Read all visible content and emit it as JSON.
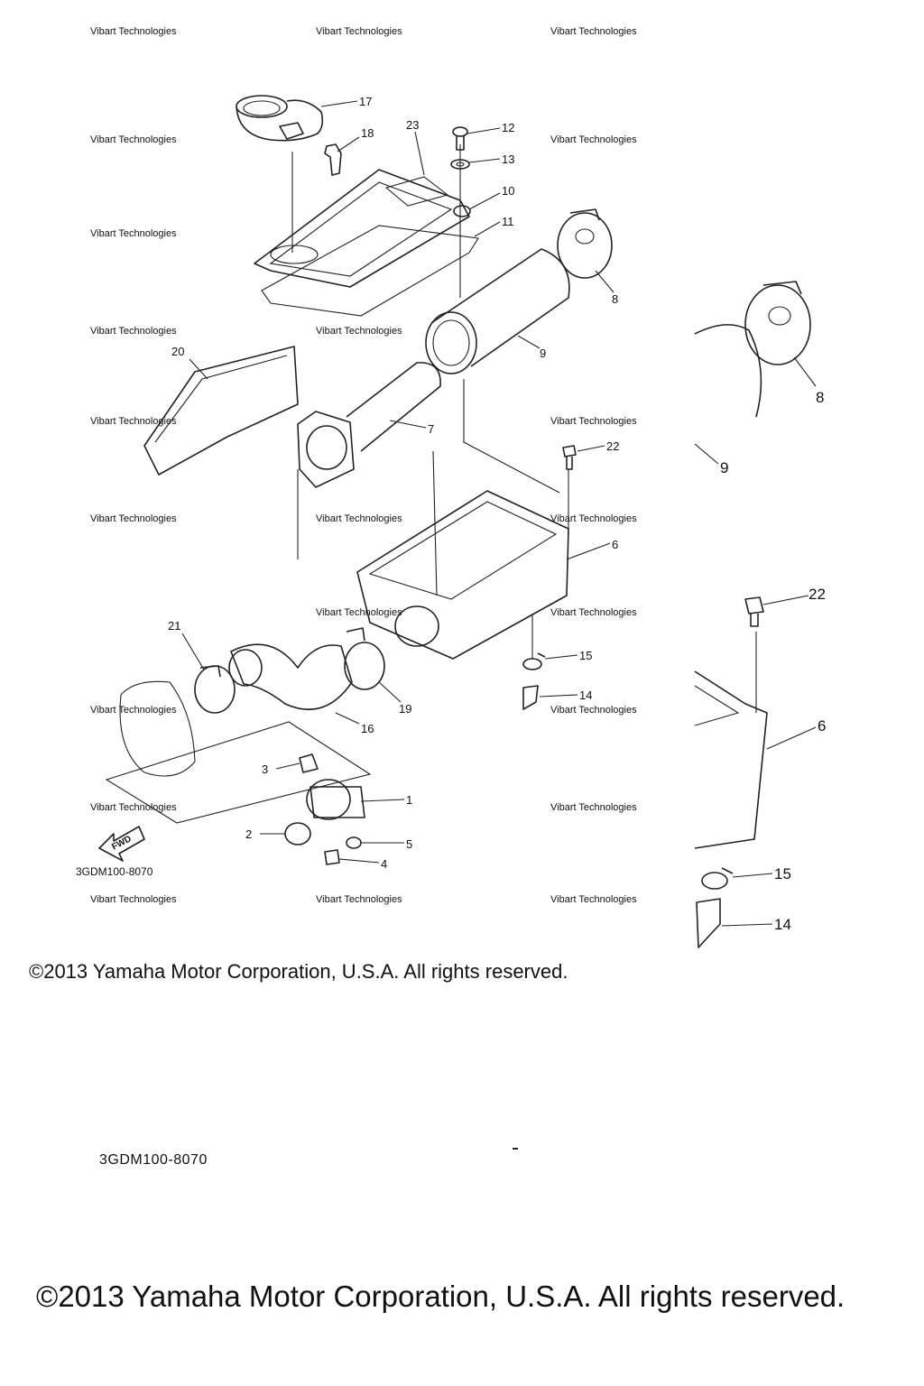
{
  "diagram": {
    "watermark": "Vibart Technologies",
    "fwd_arrow": "FWD",
    "code": "3GDM100-8070",
    "callouts": {
      "c1": "1",
      "c2": "2",
      "c3": "3",
      "c4": "4",
      "c5": "5",
      "c6": "6",
      "c7": "7",
      "c8": "8",
      "c9": "9",
      "c10": "10",
      "c11": "11",
      "c12": "12",
      "c13": "13",
      "c14": "14",
      "c15": "15",
      "c16": "16",
      "c17": "17",
      "c18": "18",
      "c19": "19",
      "c20": "20",
      "c21": "21",
      "c22": "22",
      "c23": "23"
    },
    "detail_callouts": {
      "c8": "8",
      "c9": "9",
      "c22": "22",
      "c6": "6",
      "c15": "15",
      "c14": "14"
    }
  },
  "copyright_small": "©2013 Yamaha Motor Corporation, U.S.A. All rights reserved.",
  "code_large": "3GDM100-8070",
  "copyright_large": "©2013 Yamaha Motor Corporation, U.S.A. All rights reserved."
}
